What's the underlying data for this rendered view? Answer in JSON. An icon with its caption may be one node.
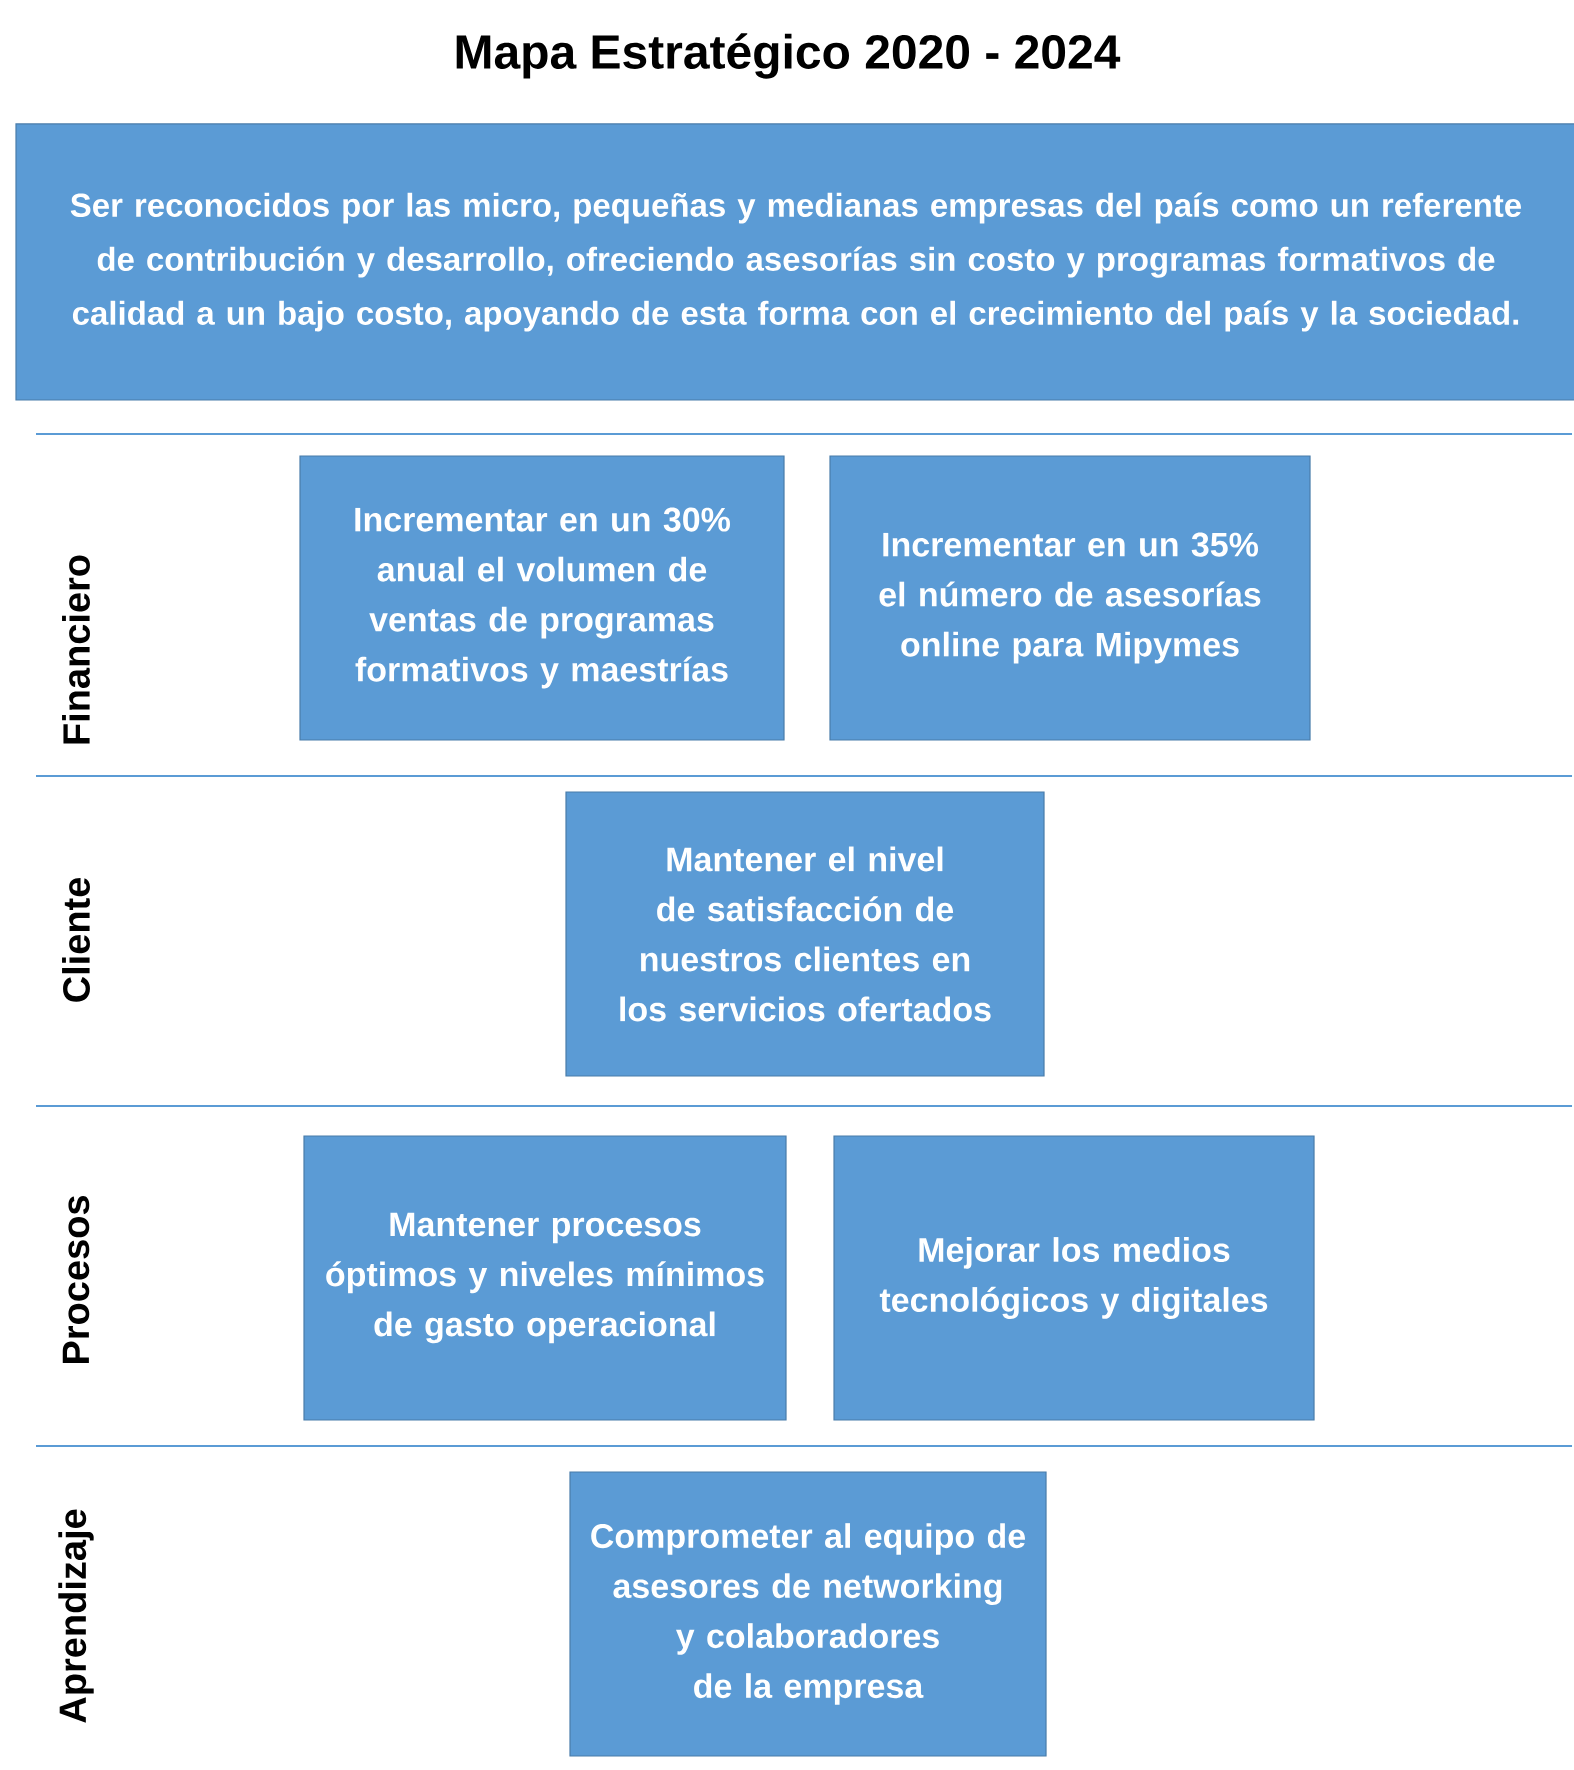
{
  "diagram": {
    "title": "Mapa Estratégico 2020 - 2024",
    "nodes": [
      {
        "text": [
          "Ser reconocidos por las micro, pequeñas y medianas empresas del país como un referente de contribución y desarrollo, ofreciendo asesorías sin costo y programas formativos de calidad a un bajo costo, apoyando de esta forma con el crecimiento del país y la sociedad."
        ]
      },
      {
        "text": [
          "Incrementar en un 30% anual el volumen de ventas de programas formativos y maestrías"
        ]
      },
      {
        "text": [
          "Incrementar en un 35% el número de asesorías online para Mipymes"
        ]
      },
      {
        "text": [
          "Mantener el nivel de satisfacción de nuestros clientes en los servicios ofertados"
        ]
      },
      {
        "text": [
          "Mantener procesos óptimos y niveles mínimos de gasto operacional"
        ]
      },
      {
        "text": [
          "Mejorar los medios tecnológicos y digitales"
        ]
      },
      {
        "text": [
          "Comprometer al equipo de asesores de networking y colaboradores de la empresa"
        ]
      }
    ],
    "labels": [
      "Financiero",
      "Cliente",
      "Procesos",
      "Aprendizaje"
    ]
  }
}
